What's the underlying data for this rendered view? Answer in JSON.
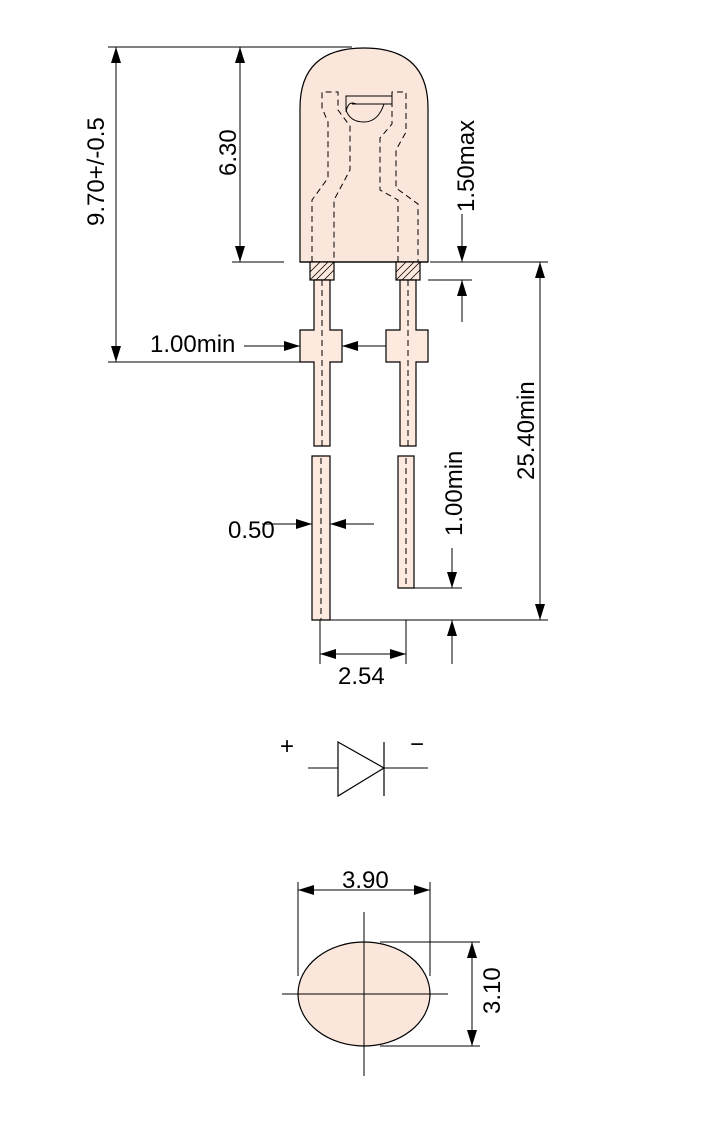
{
  "dimensions": {
    "total_height": "9.70+/-0.5",
    "body_height": "6.30",
    "flange_max": "1.50max",
    "standoff_min": "1.00min",
    "lead_length_min": "25.40min",
    "lead_diff_min": "1.00min",
    "lead_width": "0.50",
    "lead_pitch": "2.54",
    "lens_width": "3.90",
    "lens_height": "3.10"
  },
  "symbol": {
    "anode_sign": "+",
    "cathode_sign": "−"
  },
  "colors": {
    "body_fill": "#fbe6db",
    "line": "#000000"
  }
}
